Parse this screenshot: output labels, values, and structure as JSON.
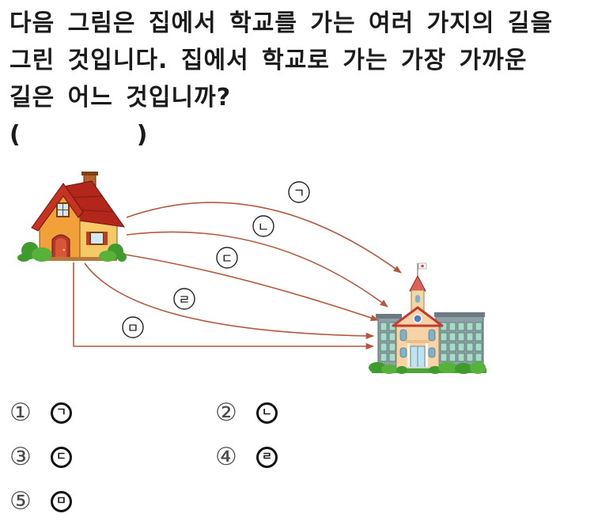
{
  "question": {
    "lines": [
      "다음 그림은 집에서 학교를 가는 여러 가지의 길을",
      "그린 것입니다. 집에서 학교로 가는 가장 가까운",
      "길은 어느 것입니까?"
    ],
    "answer_blank": {
      "open": "(",
      "close": ")"
    }
  },
  "diagram": {
    "start_icon": "house-icon",
    "end_icon": "school-icon",
    "arrow_color": "#b3583f",
    "routes": [
      {
        "label": "ㄱ"
      },
      {
        "label": "ㄴ"
      },
      {
        "label": "ㄷ"
      },
      {
        "label": "ㄹ"
      },
      {
        "label": "ㅁ"
      }
    ]
  },
  "choices": [
    {
      "number": "①",
      "label": "ㄱ"
    },
    {
      "number": "②",
      "label": "ㄴ"
    },
    {
      "number": "③",
      "label": "ㄷ"
    },
    {
      "number": "④",
      "label": "ㄹ"
    },
    {
      "number": "⑤",
      "label": "ㅁ"
    }
  ]
}
